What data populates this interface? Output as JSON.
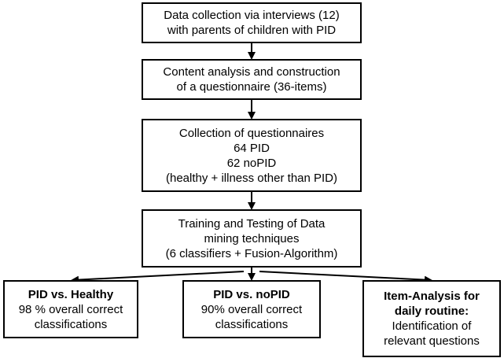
{
  "boxes": [
    {
      "lines": [
        "Data collection via interviews (12)",
        "with parents of children with PID"
      ]
    },
    {
      "lines": [
        "Content analysis and construction",
        "of a questionnaire (36-items)"
      ]
    },
    {
      "lines": [
        "Collection of questionnaires",
        "64 PID",
        "62 noPID",
        "(healthy + illness other than PID)"
      ]
    },
    {
      "lines": [
        "Training and Testing of Data",
        "mining techniques",
        "(6 classifiers + Fusion-Algorithm)"
      ]
    },
    {
      "title": "PID vs. Healthy",
      "lines": [
        "98 % overall correct",
        "classifications"
      ]
    },
    {
      "title": "PID vs. noPID",
      "lines": [
        "90% overall correct",
        "classifications"
      ]
    },
    {
      "title_lines": [
        "Item-Analysis for",
        "daily routine:"
      ],
      "lines": [
        "Identification of",
        "relevant questions"
      ]
    }
  ]
}
